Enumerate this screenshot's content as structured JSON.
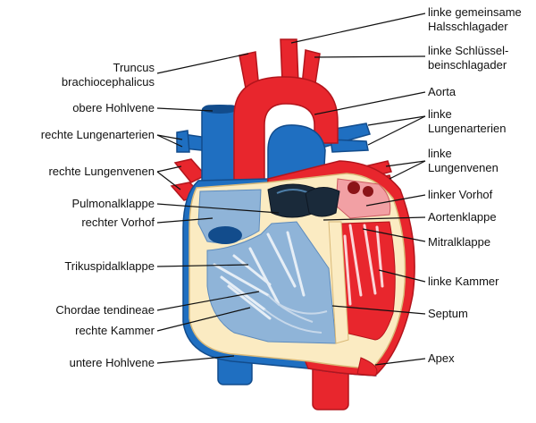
{
  "colors": {
    "oxygenated": "#e8262d",
    "oxygenated_dark": "#b3151c",
    "deoxygenated": "#1f6fc1",
    "deoxygenated_dark": "#124c8c",
    "wall": "#fbebc2",
    "wall_edge": "#d9b978",
    "inner_blue": "#8fb4d8",
    "inner_red": "#f2a0a4",
    "chordae": "#e6eef6",
    "leader": "#111111"
  },
  "labels_left": {
    "truncus_l1": "Truncus",
    "truncus_l2": "brachiocephalicus",
    "obere_hohlvene": "obere Hohlvene",
    "rechte_lungenarterien": "rechte Lungenarterien",
    "rechte_lungenvenen": "rechte Lungenvenen",
    "pulmonalklappe": "Pulmonalklappe",
    "rechter_vorhof": "rechter Vorhof",
    "trikuspidalklappe": "Trikuspidalklappe",
    "chordae_tendineae": "Chordae tendineae",
    "rechte_kammer": "rechte Kammer",
    "untere_hohlvene": "untere Hohlvene"
  },
  "labels_right": {
    "hals_l1": "linke gemeinsame",
    "hals_l2": "Halsschlagader",
    "schluessel_l1": "linke Schlüssel-",
    "schluessel_l2": "beinschlagader",
    "aorta": "Aorta",
    "lungenarterien_l1": "linke",
    "lungenarterien_l2": "Lungenarterien",
    "lungenvenen_l1": "linke",
    "lungenvenen_l2": "Lungenvenen",
    "linker_vorhof": "linker Vorhof",
    "aortenklappe": "Aortenklappe",
    "mitralklappe": "Mitralklappe",
    "linke_kammer": "linke Kammer",
    "septum": "Septum",
    "apex": "Apex"
  }
}
